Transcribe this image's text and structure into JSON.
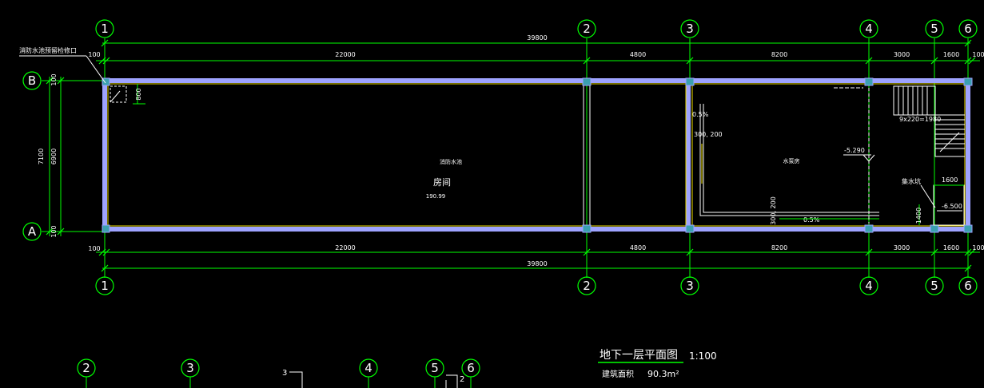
{
  "grid_top": [
    "1",
    "2",
    "3",
    "4",
    "5",
    "6"
  ],
  "grid_bottom": [
    "1",
    "2",
    "3",
    "4",
    "5",
    "6"
  ],
  "grid_left": [
    "B",
    "A"
  ],
  "grid_footer": [
    "2",
    "3",
    "4",
    "5",
    "6"
  ],
  "footer_small_labels": [
    "3",
    "2"
  ],
  "dims_top": {
    "overall": "39800",
    "edge_left": "100",
    "edge_right": "100",
    "segments": [
      "22000",
      "4800",
      "8200",
      "3000",
      "1600"
    ]
  },
  "dims_bottom": {
    "overall": "39800",
    "edge_left": "100",
    "edge_right": "100",
    "segments": [
      "22000",
      "4800",
      "8200",
      "3000",
      "1600"
    ]
  },
  "dims_left": {
    "outer": "7100",
    "inner": "6900",
    "top_offset": "100",
    "bottom_offset": "100"
  },
  "annotations": {
    "top_left_note": "消防水池预留检修口",
    "opening_dim": "800",
    "room_small": "消防水池",
    "room_name": "房间",
    "room_area": "190.99",
    "slope_1": "0.5%",
    "slope_2": "0.5%",
    "trench_1": "300, 200",
    "trench_2": "300, 200",
    "pump_room": "水泵房",
    "level_1": "-5.290",
    "level_2": "-6.500",
    "stairs": "9x220=1980",
    "sump": "集水坑",
    "sump_dim_1": "1600",
    "sump_dim_2": "1400"
  },
  "title_block": {
    "title": "地下一层平面图",
    "scale": "1:100",
    "area_label": "建筑面积",
    "area_value": "90.3m²"
  },
  "colors": {
    "background": "#000000",
    "grid_line": "#00ff00",
    "wall": "#9ea3ff",
    "column": "#3ba0b0",
    "accent": "#f0e000"
  }
}
